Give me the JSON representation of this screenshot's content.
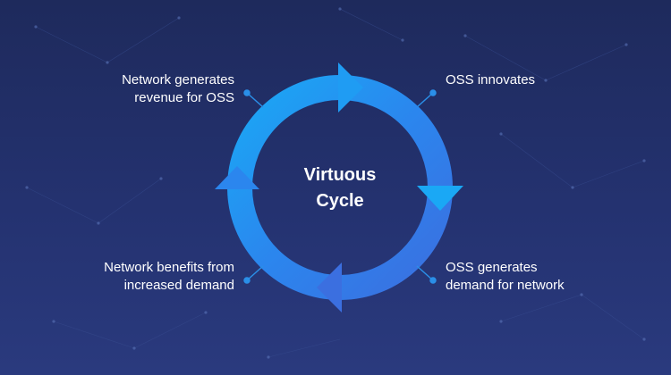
{
  "diagram": {
    "center_title": [
      "Virtuous",
      "Cycle"
    ],
    "steps": [
      {
        "position": "top-right",
        "lines": [
          "OSS innovates"
        ]
      },
      {
        "position": "bottom-right",
        "lines": [
          "OSS generates",
          "demand for network"
        ]
      },
      {
        "position": "bottom-left",
        "lines": [
          "Network benefits from",
          "increased demand"
        ]
      },
      {
        "position": "top-left",
        "lines": [
          "Network generates",
          "revenue for OSS"
        ]
      }
    ],
    "colors": {
      "background": "#222e66",
      "ring_light": "#1aa8f5",
      "ring_mid": "#2b86ee",
      "ring_dark": "#3b6fe0",
      "connector": "#2a8fe8"
    }
  }
}
